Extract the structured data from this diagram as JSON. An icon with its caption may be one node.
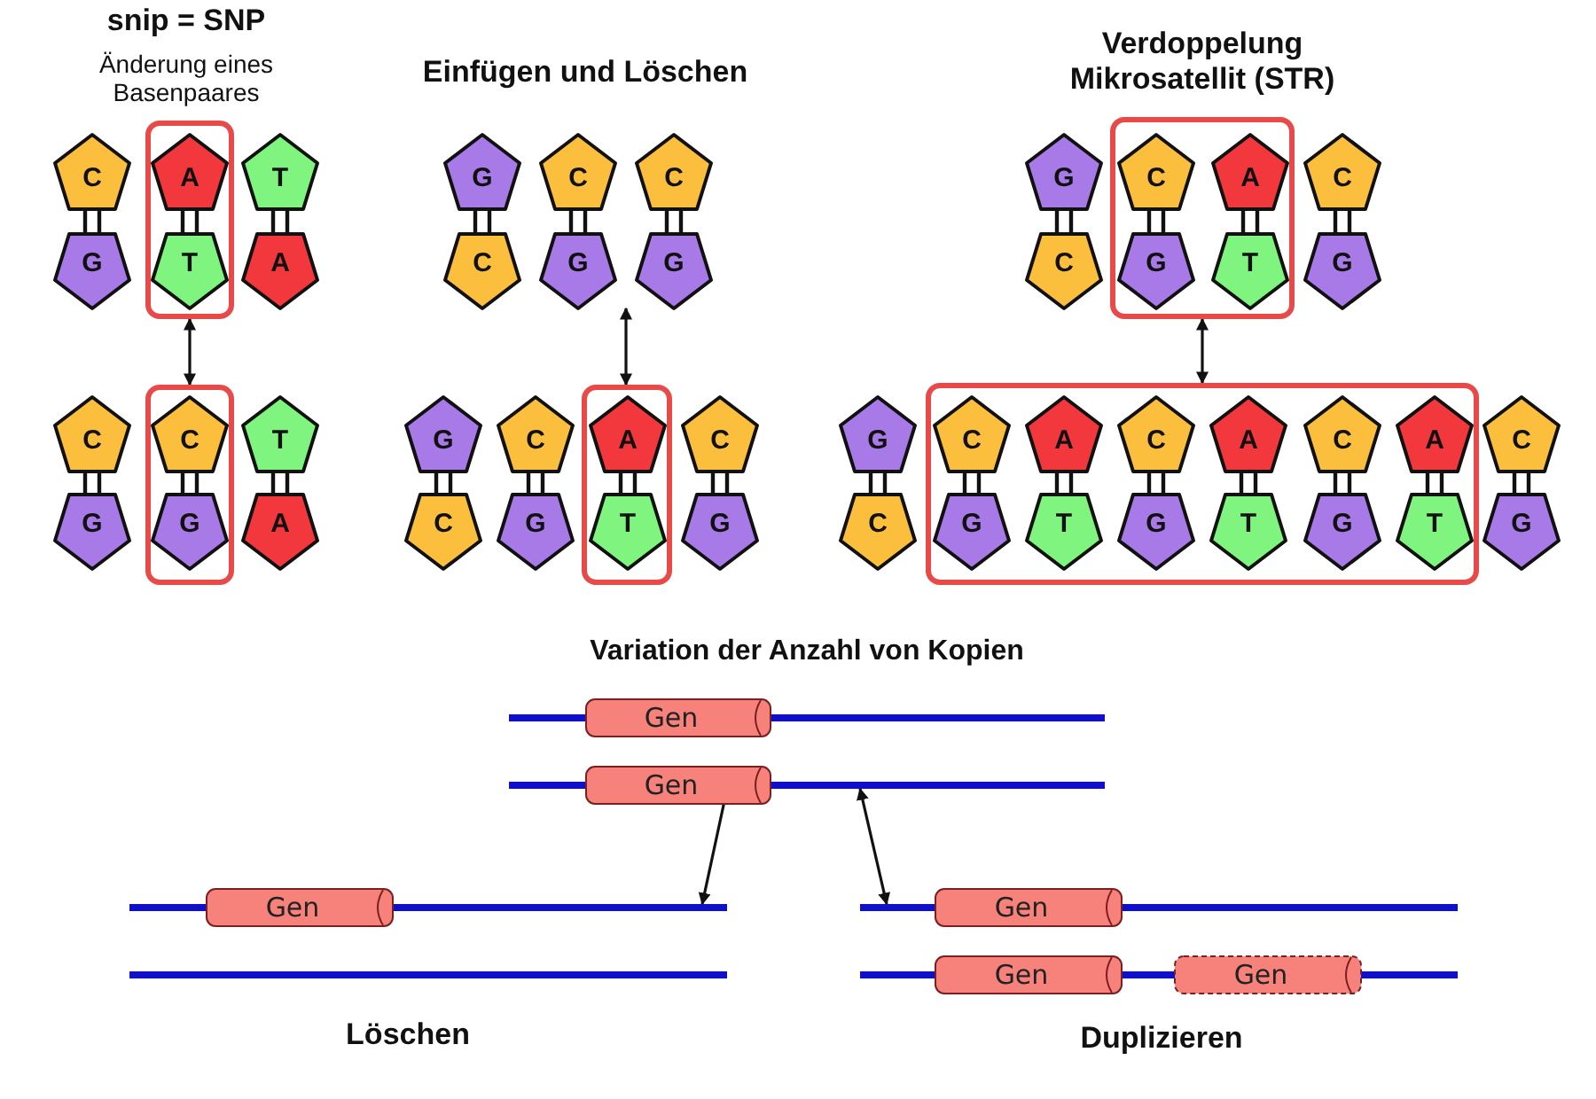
{
  "diagram": {
    "nodes": [
      {
        "text": [
          "C"
        ]
      },
      {
        "text": [
          "G"
        ]
      },
      {
        "text": [],
        "shape": "box"
      },
      {
        "text": [
          "A"
        ],
        "in": 2
      },
      {
        "text": [
          "T"
        ],
        "in": 2
      },
      {
        "text": [
          "T"
        ]
      },
      {
        "text": [
          "A"
        ]
      },
      {
        "text": [
          "C"
        ]
      },
      {
        "text": [
          "G"
        ]
      },
      {
        "text": [],
        "shape": "box"
      },
      {
        "text": [
          "C"
        ],
        "in": 9
      },
      {
        "text": [
          "G"
        ],
        "in": 9
      },
      {
        "text": [
          "T"
        ]
      },
      {
        "text": [
          "A"
        ]
      },
      {
        "text": [
          "G"
        ]
      },
      {
        "text": [
          "C"
        ]
      },
      {
        "text": [
          "C"
        ]
      },
      {
        "text": [
          "G"
        ]
      },
      {
        "text": [
          "C"
        ]
      },
      {
        "text": [
          "G"
        ]
      },
      {
        "text": [
          "G"
        ]
      },
      {
        "text": [
          "C"
        ]
      },
      {
        "text": [
          "C"
        ]
      },
      {
        "text": [
          "G"
        ]
      },
      {
        "text": [],
        "shape": "box"
      },
      {
        "text": [
          "A"
        ],
        "in": 24
      },
      {
        "text": [
          "T"
        ],
        "in": 24
      },
      {
        "text": [
          "C"
        ]
      },
      {
        "text": [
          "G"
        ]
      },
      {
        "text": [
          "G"
        ]
      },
      {
        "text": [
          "C"
        ]
      },
      {
        "text": [],
        "shape": "box"
      },
      {
        "text": [
          "C"
        ],
        "in": 31
      },
      {
        "text": [
          "G"
        ],
        "in": 31
      },
      {
        "text": [
          "A"
        ],
        "in": 31
      },
      {
        "text": [
          "T"
        ],
        "in": 31
      },
      {
        "text": [
          "C"
        ]
      },
      {
        "text": [
          "G"
        ]
      },
      {
        "text": [
          "G"
        ]
      },
      {
        "text": [
          "C"
        ]
      },
      {
        "text": [],
        "shape": "box"
      },
      {
        "text": [
          "C"
        ],
        "in": 40
      },
      {
        "text": [
          "G"
        ],
        "in": 40
      },
      {
        "text": [
          "A"
        ],
        "in": 40
      },
      {
        "text": [
          "T"
        ],
        "in": 40
      },
      {
        "text": [
          "C"
        ],
        "in": 40
      },
      {
        "text": [
          "G"
        ],
        "in": 40
      },
      {
        "text": [
          "A"
        ],
        "in": 40
      },
      {
        "text": [
          "T"
        ],
        "in": 40
      },
      {
        "text": [
          "C"
        ],
        "in": 40
      },
      {
        "text": [
          "G"
        ],
        "in": 40
      },
      {
        "text": [
          "A"
        ],
        "in": 40
      },
      {
        "text": [
          "T"
        ],
        "in": 40
      },
      {
        "text": [
          "C"
        ]
      },
      {
        "text": [
          "G"
        ]
      },
      {
        "text": [],
        "shape": "line"
      },
      {
        "text": [
          "Gen"
        ],
        "in": 55
      },
      {
        "text": [],
        "shape": "line"
      },
      {
        "text": [
          "Gen"
        ],
        "in": 57
      },
      {
        "text": [],
        "shape": "line"
      },
      {
        "text": [
          "Gen"
        ],
        "in": 59
      },
      {
        "text": [],
        "shape": "line"
      },
      {
        "text": [],
        "shape": "line"
      },
      {
        "text": [
          "Gen"
        ],
        "in": 62
      },
      {
        "text": [],
        "shape": "line"
      },
      {
        "text": [
          "Gen"
        ],
        "in": 64
      },
      {
        "text": [
          "Gen"
        ],
        "in": 64
      }
    ],
    "edges": [
      {
        "from": 0,
        "to": 1,
        "arrow": "none"
      },
      {
        "from": 3,
        "to": 4,
        "arrow": "none"
      },
      {
        "from": 5,
        "to": 6,
        "arrow": "none"
      },
      {
        "from": 7,
        "to": 8,
        "arrow": "none"
      },
      {
        "from": 10,
        "to": 11,
        "arrow": "none"
      },
      {
        "from": 12,
        "to": 13,
        "arrow": "none"
      },
      {
        "from": 14,
        "to": 15,
        "arrow": "none"
      },
      {
        "from": 16,
        "to": 17,
        "arrow": "none"
      },
      {
        "from": 18,
        "to": 19,
        "arrow": "none"
      },
      {
        "from": 20,
        "to": 21,
        "arrow": "none"
      },
      {
        "from": 22,
        "to": 23,
        "arrow": "none"
      },
      {
        "from": 25,
        "to": 26,
        "arrow": "none"
      },
      {
        "from": 27,
        "to": 28,
        "arrow": "none"
      },
      {
        "from": 29,
        "to": 30,
        "arrow": "none"
      },
      {
        "from": 32,
        "to": 33,
        "arrow": "none"
      },
      {
        "from": 34,
        "to": 35,
        "arrow": "none"
      },
      {
        "from": 36,
        "to": 37,
        "arrow": "none"
      },
      {
        "from": 38,
        "to": 39,
        "arrow": "none"
      },
      {
        "from": 41,
        "to": 42,
        "arrow": "none"
      },
      {
        "from": 43,
        "to": 44,
        "arrow": "none"
      },
      {
        "from": 45,
        "to": 46,
        "arrow": "none"
      },
      {
        "from": 47,
        "to": 48,
        "arrow": "none"
      },
      {
        "from": 49,
        "to": 50,
        "arrow": "none"
      },
      {
        "from": 51,
        "to": 52,
        "arrow": "none"
      },
      {
        "from": 53,
        "to": 54,
        "arrow": "none"
      },
      {
        "from": 2,
        "to": 9,
        "arrow": "both"
      },
      {
        "from": 17,
        "to": 24,
        "arrow": "both"
      },
      {
        "from": 31,
        "to": 40,
        "arrow": "both"
      },
      {
        "from": 57,
        "to": 59,
        "arrow": "both"
      },
      {
        "from": 57,
        "to": 62,
        "arrow": "both"
      }
    ],
    "labels": [
      "snip = SNP",
      "Änderung eines Basenpaares",
      "Einfügen und Löschen",
      "Verdoppelung Mikrosatellit (STR)",
      "Variation der Anzahl von Kopien",
      "Löschen",
      "Duplizieren"
    ]
  }
}
